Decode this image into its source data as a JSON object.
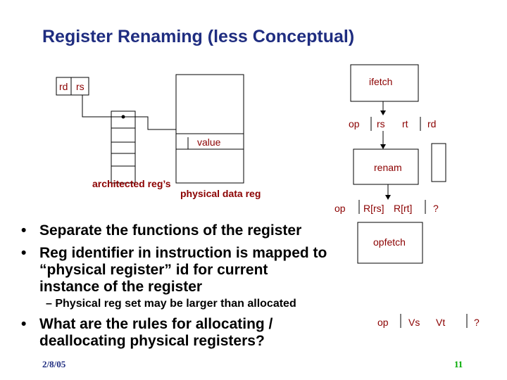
{
  "title": "Register Renaming (less Conceptual)",
  "diagram": {
    "small_fields": [
      "rd",
      "rs"
    ],
    "ifetch_label": "ifetch",
    "instr_fields": [
      "op",
      "rs",
      "rt",
      "rd"
    ],
    "value_label": "value",
    "renam_label": "renam",
    "arch_reg_label": "architected reg’s",
    "phys_reg_label": "physical data reg",
    "renamed_fields": [
      "op",
      "R[rs]",
      "R[rt]",
      "?"
    ],
    "opfetch_label": "opfetch",
    "operand_fields": [
      "op",
      "Vs",
      "Vt",
      "?"
    ]
  },
  "bullets": {
    "b1": "Separate the functions of the register",
    "b2_line1": "Reg identifier in instruction is mapped to",
    "b2_line2": "“physical register” id for current",
    "b2_line3": "instance of the register",
    "sub": "Physical reg set may be larger than allocated",
    "b3_line1": "What are the rules for allocating /",
    "b3_line2": "deallocating physical registers?"
  },
  "footer": {
    "date": "2/8/05",
    "page": "11"
  },
  "colors": {
    "title": "#1f2d80",
    "page_number": "#00aa00",
    "date": "#1f2d80",
    "field_text": "#8b0000"
  }
}
